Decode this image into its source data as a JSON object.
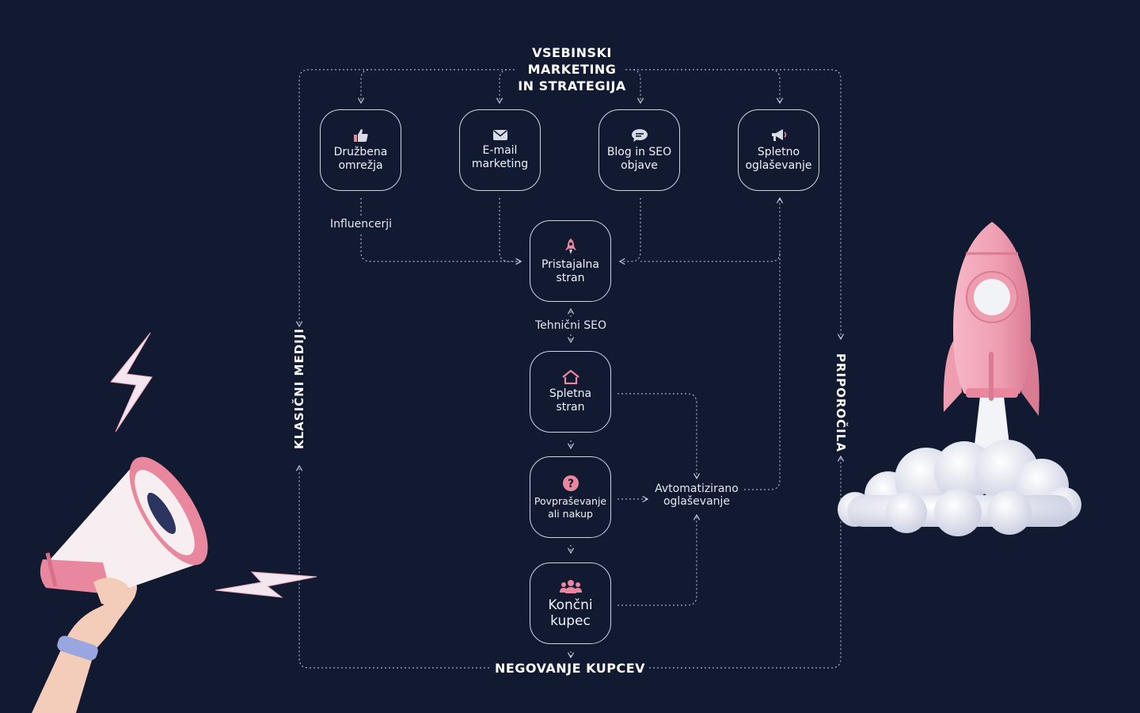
{
  "labels": {
    "top": "VSEBINSKI\nMARKETING\nIN STRATEGIJA",
    "bottom": "NEGOVANJE KUPCEV",
    "left": "KLASIČNI MEDIJI",
    "right": "PRIPOROČILA"
  },
  "nodes": {
    "social": "Družbena\nomrežja",
    "email": "E-mail\nmarketing",
    "blog": "Blog in SEO\nobjave",
    "ads": "Spletno\noglaševanje",
    "landing": "Pristajalna\nstran",
    "website": "Spletna\nstran",
    "inquiry": "Povpraševanje\nali nakup",
    "buyer": "Končni\nkupec"
  },
  "edge_labels": {
    "influencers": "Influencerji",
    "tech_seo": "Tehnični SEO",
    "auto_ads": "Avtomatizirano\noglaševanje"
  },
  "icons": {
    "social": "thumbs-up-icon",
    "email": "envelope-icon",
    "blog": "chat-bubble-icon",
    "ads": "megaphone-icon",
    "landing": "rocket-icon",
    "website": "house-icon",
    "inquiry": "question-icon",
    "buyer": "group-icon"
  },
  "colors": {
    "background": "#111a30",
    "accent_pink": "#e8879e",
    "line": "#c8cedb"
  }
}
